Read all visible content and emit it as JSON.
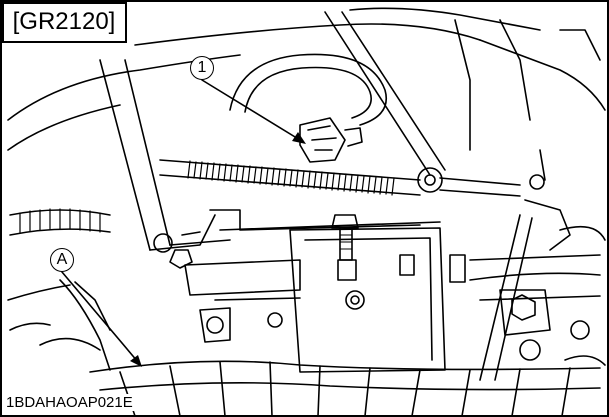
{
  "figure_tag": "[GR2120]",
  "figure_code": "1BDAHAOAP021E",
  "callouts": {
    "one": "1",
    "a": "A"
  },
  "colors": {
    "ink": "#000000",
    "paper": "#ffffff"
  }
}
